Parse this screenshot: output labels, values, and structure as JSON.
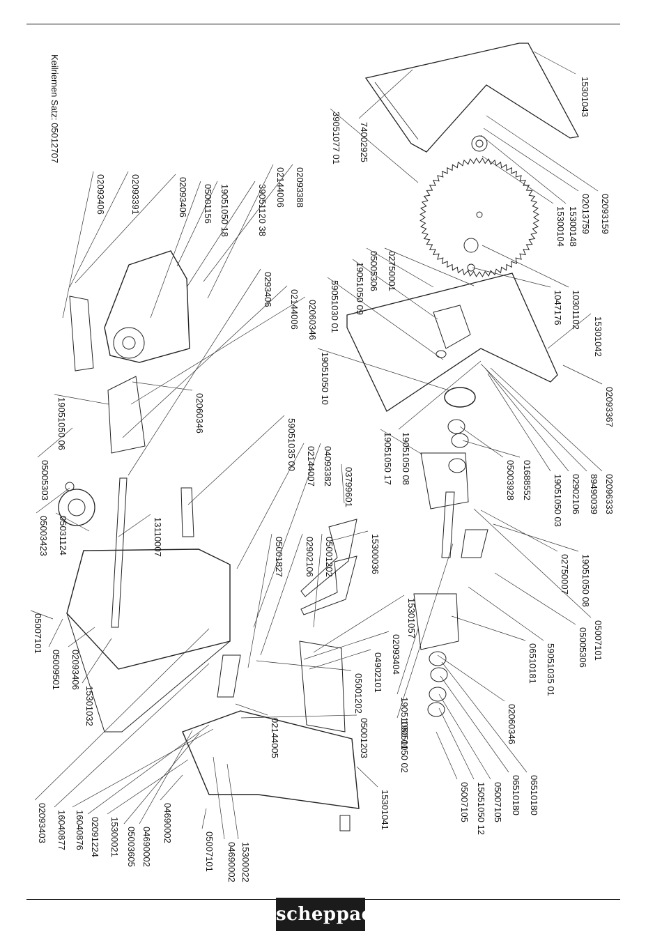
{
  "brand": {
    "logo_text": "scheppach",
    "logo_bg": "#1b1b1b"
  },
  "note": "Keilriemen Satz: 05012707",
  "part_numbers": [
    "15301043",
    "74002925",
    "39051077 01",
    "02093159",
    "02013759",
    "15300148",
    "15300104",
    "10301102",
    "1047176",
    "15301042",
    "02750001",
    "05005306",
    "19051050 09",
    "59051030 01",
    "19051050 10",
    "02093367",
    "19051050 08",
    "19051050 17",
    "05003928",
    "01688552",
    "19051050 03",
    "02902106",
    "89490039",
    "02096333",
    "02093388",
    "02144006",
    "39051120 38",
    "19051050 18",
    "05001156",
    "02093406",
    "02093391",
    "02093406",
    "19051050 06",
    "02060346",
    "02144006",
    "0293406",
    "02060346",
    "59051035 00",
    "02144007",
    "04093382",
    "03799601",
    "15300036",
    "05001202",
    "02902106",
    "05001827",
    "13110007",
    "05005303",
    "05003423",
    "05031124",
    "05007101",
    "05009501",
    "02093406",
    "15301032",
    "15301057",
    "02093404",
    "04902101",
    "05001202",
    "05001203",
    "02144005",
    "19051050 02",
    "02750007",
    "19051050 08",
    "05007101",
    "05005306",
    "59051035 01",
    "06510181",
    "02060346",
    "19051050 01",
    "06510180",
    "06510180",
    "05007105",
    "15051050 12",
    "05007105",
    "15301041",
    "04690002",
    "15300022",
    "04690002",
    "05007101",
    "04690002",
    "05003605",
    "15300021",
    "02091224",
    "16040876",
    "16040877",
    "02093403"
  ]
}
